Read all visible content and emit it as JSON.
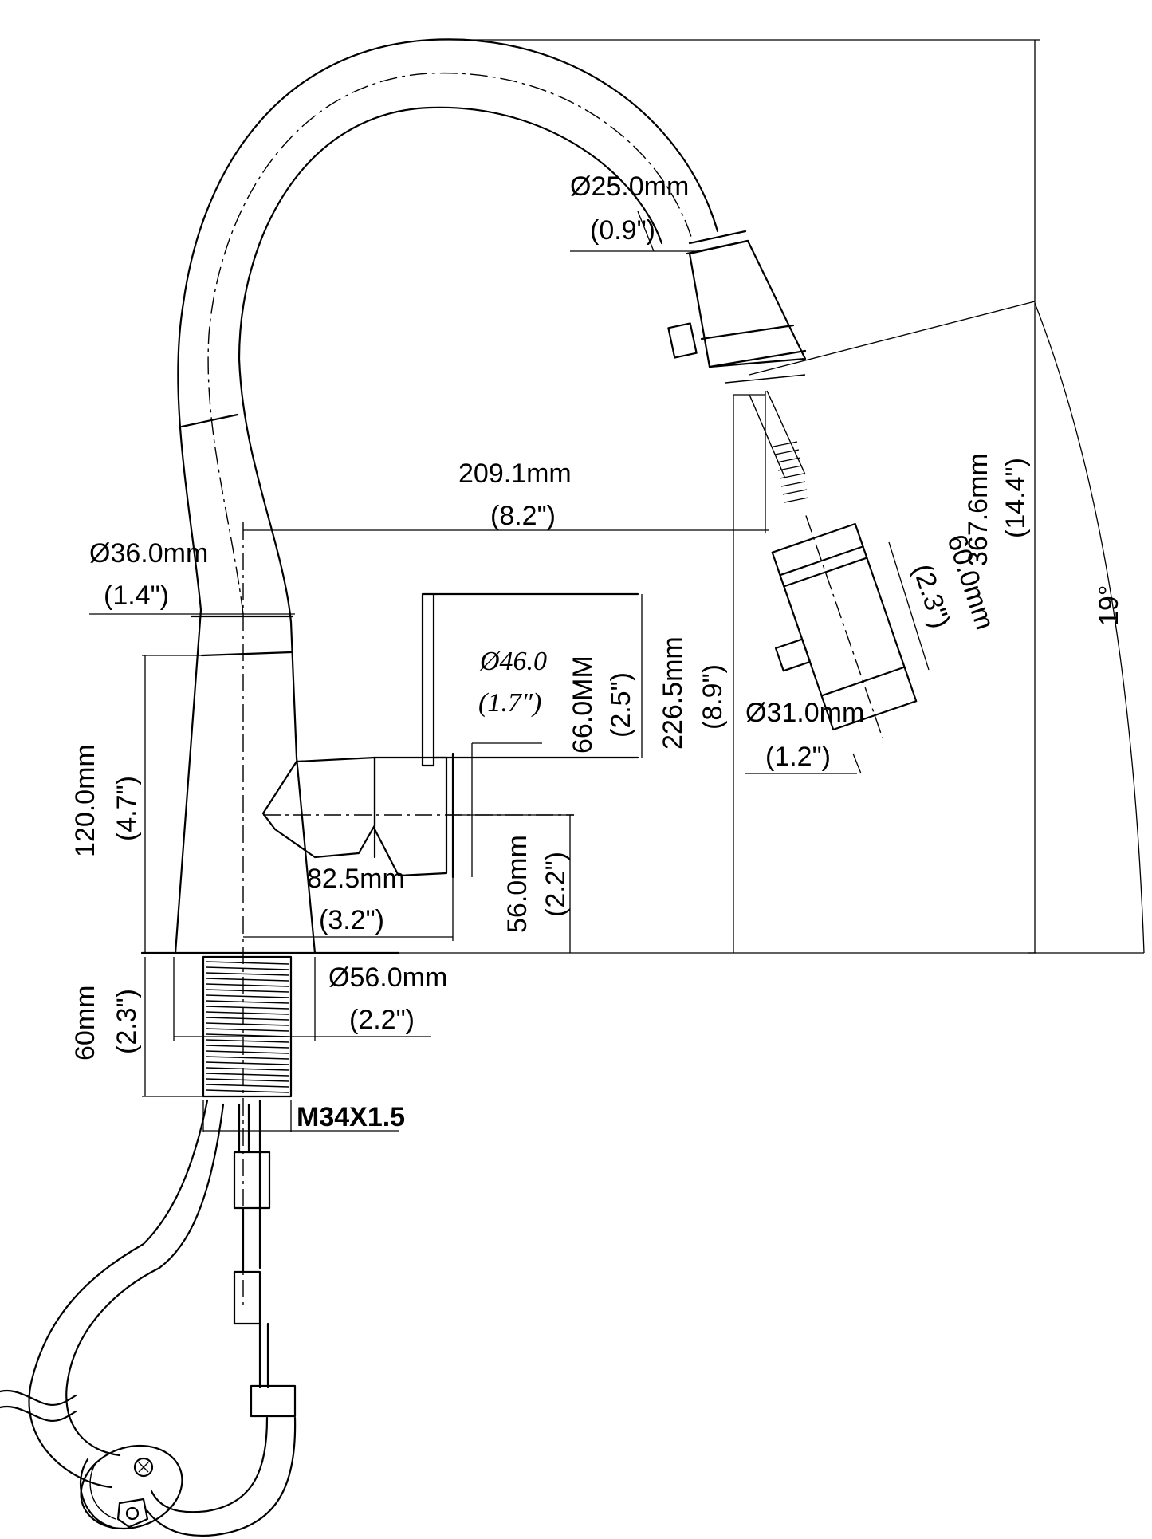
{
  "labels": {
    "spout_dia_mm": "Ø25.0mm",
    "spout_dia_in": "(0.9\")",
    "reach_mm": "209.1mm",
    "reach_in": "(8.2\")",
    "body_dia_mm": "Ø36.0mm",
    "body_dia_in": "(1.4\")",
    "handle_dia_mm": "Ø46.0",
    "handle_dia_in": "(1.7″)",
    "handle_len_mm": "66.0MM",
    "handle_len_in": "(2.5\")",
    "spout_height_mm": "226.5mm",
    "spout_height_in": "(8.9\")",
    "total_height_mm": "367.6mm",
    "total_height_in": "(14.4\")",
    "spray_len_mm": "60.0mm",
    "spray_len_in": "(2.3\")",
    "spray_dia_mm": "Ø31.0mm",
    "spray_dia_in": "(1.2\")",
    "angle": "19°",
    "body_height_mm": "120.0mm",
    "body_height_in": "(4.7\")",
    "handle_reach_mm": "82.5mm",
    "handle_reach_in": "(3.2\")",
    "handle_height_mm": "56.0mm",
    "handle_height_in": "(2.2\")",
    "base_dia_mm": "Ø56.0mm",
    "base_dia_in": "(2.2\")",
    "shank_len_mm": "60mm",
    "shank_len_in": "(2.3\")",
    "thread": "M34X1.5"
  }
}
